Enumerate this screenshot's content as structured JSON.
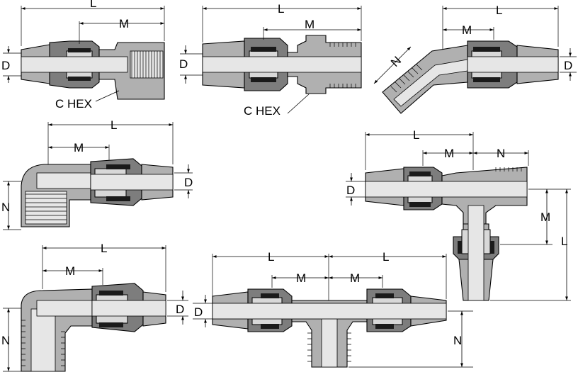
{
  "labels": {
    "length": "L",
    "makeup": "M",
    "tube_od": "D",
    "port": "N",
    "hex": "C HEX"
  }
}
